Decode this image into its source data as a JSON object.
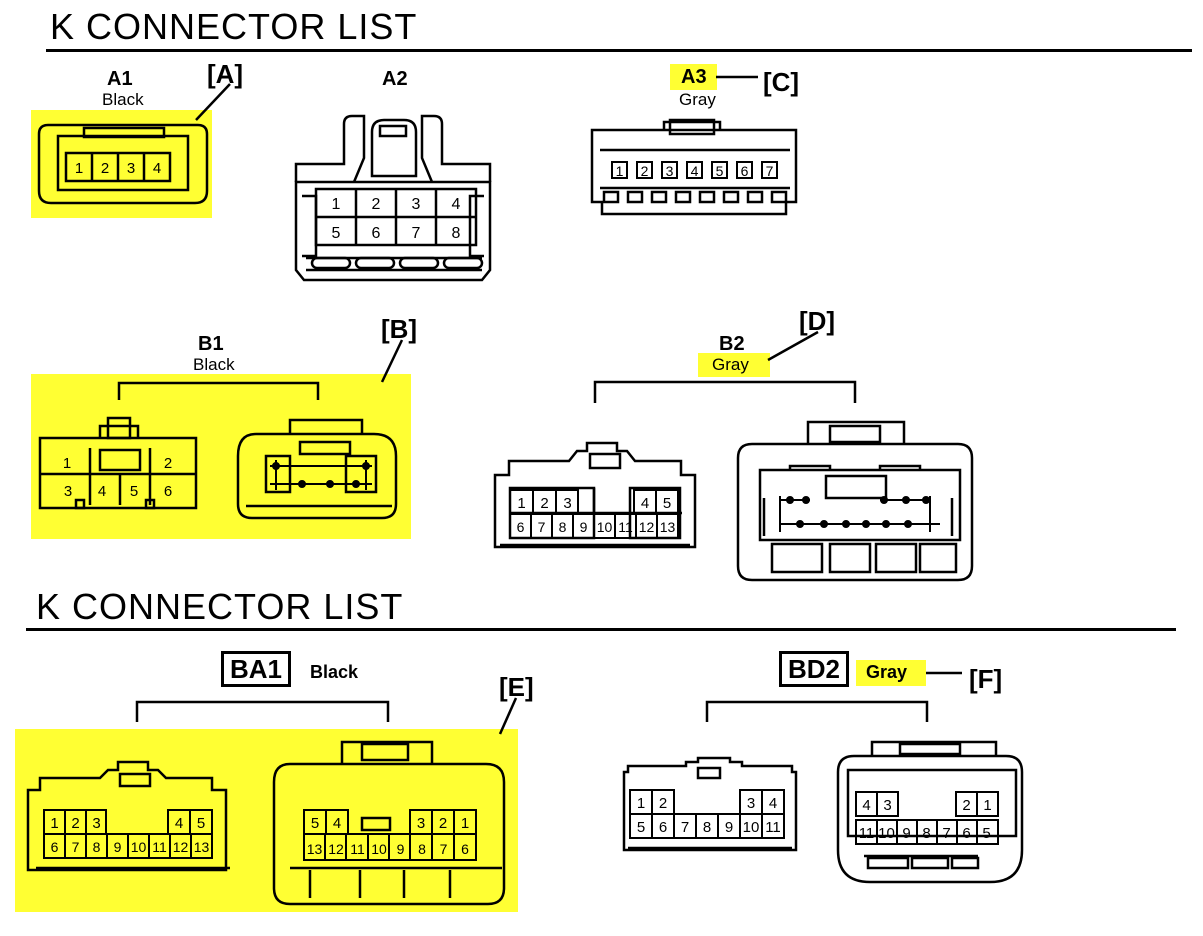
{
  "headings": {
    "top": "K  CONNECTOR LIST",
    "bottom": "K  CONNECTOR LIST"
  },
  "colors": {
    "highlight": "#ffff33",
    "line": "#000000",
    "background": "#ffffff"
  },
  "connectors": {
    "A1": {
      "code": "A1",
      "color": "Black",
      "tag": "[A]",
      "pins": [
        "1",
        "2",
        "3",
        "4"
      ]
    },
    "A2": {
      "code": "A2",
      "pins": [
        "1",
        "2",
        "3",
        "4",
        "5",
        "6",
        "7",
        "8"
      ]
    },
    "A3": {
      "code": "A3",
      "color": "Gray",
      "tag": "[C]",
      "pins": [
        "1",
        "2",
        "3",
        "4",
        "5",
        "6",
        "7"
      ]
    },
    "B1": {
      "code": "B1",
      "color": "Black",
      "tag": "[B]",
      "pins": [
        "1",
        "2",
        "3",
        "4",
        "5",
        "6"
      ]
    },
    "B2": {
      "code": "B2",
      "color": "Gray",
      "tag": "[D]",
      "pins_top_left": [
        "1",
        "2",
        "3"
      ],
      "pins_top_right": [
        "4",
        "5"
      ],
      "pins_bottom": [
        "6",
        "7",
        "8",
        "9",
        "10",
        "11",
        "12",
        "13"
      ]
    },
    "BA1": {
      "code": "BA1",
      "color": "Black",
      "tag": "[E]",
      "male_top_left": [
        "1",
        "2",
        "3"
      ],
      "male_top_right": [
        "4",
        "5"
      ],
      "male_bottom": [
        "6",
        "7",
        "8",
        "9",
        "10",
        "11",
        "12",
        "13"
      ],
      "female_top_left": [
        "5",
        "4"
      ],
      "female_top_right": [
        "3",
        "2",
        "1"
      ],
      "female_bottom": [
        "13",
        "12",
        "11",
        "10",
        "9",
        "8",
        "7",
        "6"
      ]
    },
    "BD2": {
      "code": "BD2",
      "color": "Gray",
      "tag": "[F]",
      "male_top_left": [
        "1",
        "2"
      ],
      "male_top_right": [
        "3",
        "4"
      ],
      "male_bottom": [
        "5",
        "6",
        "7",
        "8",
        "9",
        "10",
        "11"
      ],
      "female_top_left": [
        "4",
        "3"
      ],
      "female_top_right": [
        "2",
        "1"
      ],
      "female_bottom": [
        "11",
        "10",
        "9",
        "8",
        "7",
        "6",
        "5"
      ]
    }
  }
}
